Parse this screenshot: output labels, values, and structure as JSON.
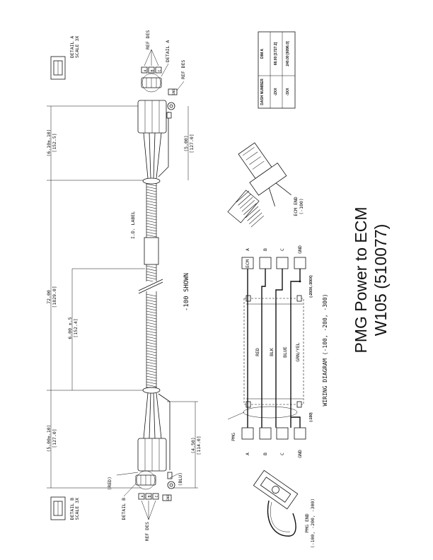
{
  "title": {
    "line1": "PMG Power to ECM",
    "line2": "W105 (510077)"
  },
  "dimensions": {
    "overall": "72.00",
    "overall_mm": "[1829.0]",
    "label_offset": "6.00 ±.5",
    "label_offset_mm": "[152.4]",
    "top_right_breakout": "(6.10±.10)",
    "top_right_breakout_mm": "[152.5]",
    "top_right_gnd": "(5.00)",
    "top_right_gnd_mm": "[127.0]",
    "bottom_left_breakout": "(5.00±.10)",
    "bottom_left_breakout_mm": "[127.0]",
    "bottom_left_gnd": "(4.50)",
    "bottom_left_gnd_mm": "[114.0]"
  },
  "labels": {
    "id_label": "I.D. LABEL",
    "shown": "-100 SHOWN",
    "ref_des": "REF DES",
    "detail_a_callout": "DETAIL A",
    "detail_b_callout": "DETAIL B",
    "red": "(RED)",
    "blu": "(BLU)",
    "gnd": "GND"
  },
  "details": {
    "detail_a": {
      "name": "DETAIL A",
      "scale": "SCALE 3X"
    },
    "detail_b": {
      "name": "DETAIL B",
      "scale": "SCALE 3X"
    }
  },
  "pin_letters": {
    "a": "A",
    "b": "B",
    "c": "C"
  },
  "dash_table": {
    "headers": [
      "DASH NUMBER",
      "DIM A"
    ],
    "rows": [
      [
        "-2XX",
        "68.00 [1727.2]"
      ],
      [
        "-3XX",
        "240.00 [6096.0]"
      ]
    ]
  },
  "views": {
    "ecm_end": "ECM END",
    "ecm_end_dash": "(-100)",
    "pmg_end": "PMG END",
    "pmg_end_dash": "(-100, -200, -300)"
  },
  "wiring": {
    "title": "WIRING DIAGRAM (-100, -200, -300)",
    "ecm": "ECM",
    "pmg": "PMG",
    "pmg_dash": "(-100)",
    "ecm_dash": "(-200X,-300X)",
    "pins": [
      "A",
      "B",
      "C",
      "GND"
    ],
    "wires": [
      "RED",
      "BLK",
      "BLUE",
      "GRN/YEL"
    ]
  }
}
